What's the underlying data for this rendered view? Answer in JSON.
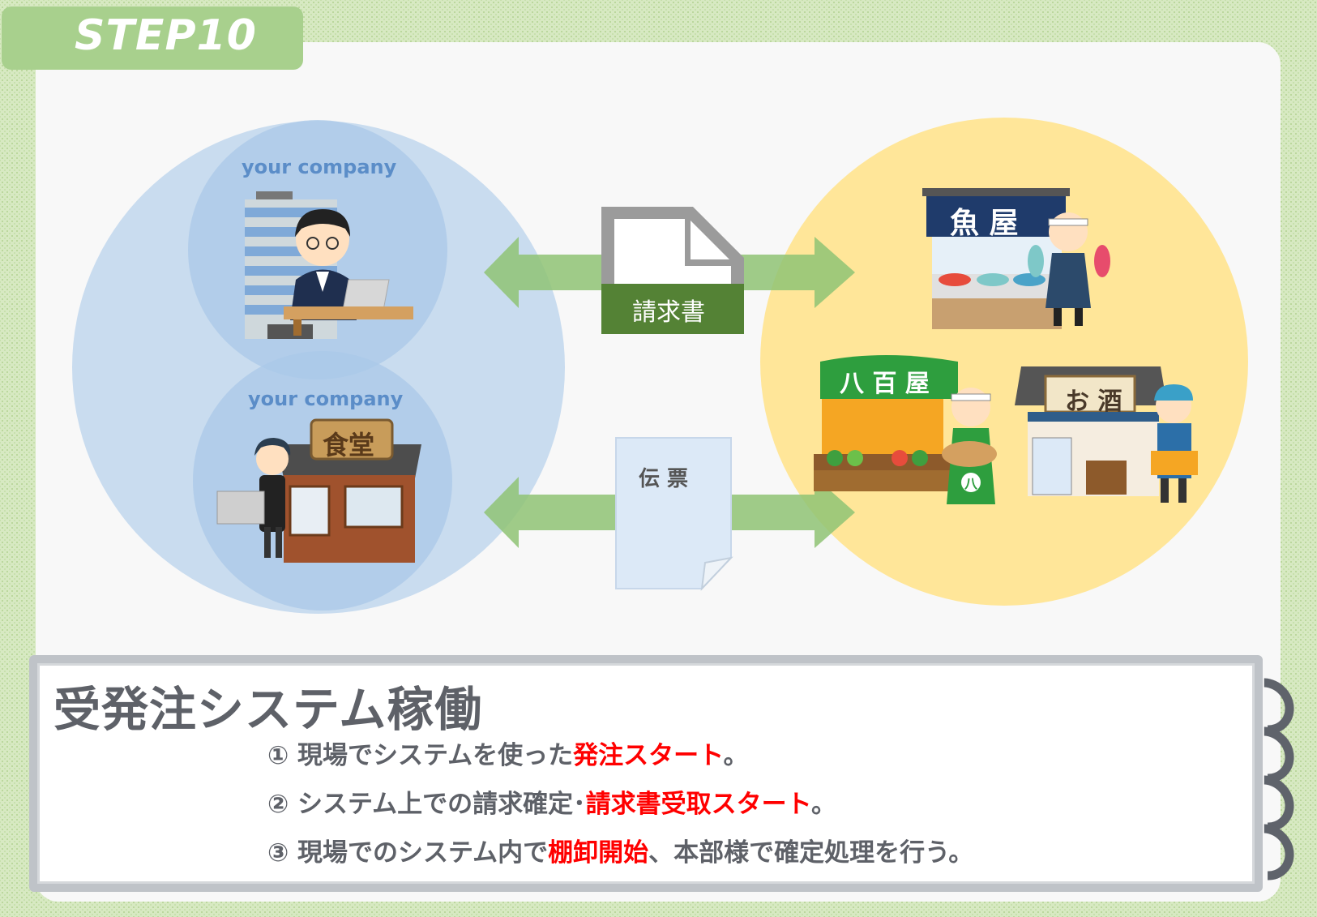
{
  "step_label": "STEP10",
  "left_group": {
    "office_label": "your company",
    "restaurant_label": "your company",
    "restaurant_sign": "食堂"
  },
  "shops": {
    "fish_sign": "魚 屋",
    "veg_sign": "八 百 屋",
    "sake_sign": "お 酒",
    "veg_apron": "八"
  },
  "documents": {
    "invoice_label": "請求書",
    "slip_label": "伝 票"
  },
  "caption": {
    "title": "受発注システム稼働",
    "line1": {
      "prefix": "① 現場でシステムを使った",
      "highlight": "発注スタート",
      "suffix": "。"
    },
    "line2": {
      "prefix": "② システム上での請求確定･",
      "highlight": "請求書受取スタート",
      "suffix": "。"
    },
    "line3": {
      "prefix": "③ 現場でのシステム内で",
      "highlight": "棚卸開始",
      "suffix": "、本部様で確定処理を行う。"
    }
  },
  "colors": {
    "bg": "#d7e9c2",
    "tab": "#a8d08d",
    "left_circle": "#c9dcef",
    "right_circle": "#ffe699",
    "arrow": "#8fc374",
    "invoice_band": "#548235",
    "highlight": "#ff0000",
    "caption_text": "#5e6168"
  }
}
